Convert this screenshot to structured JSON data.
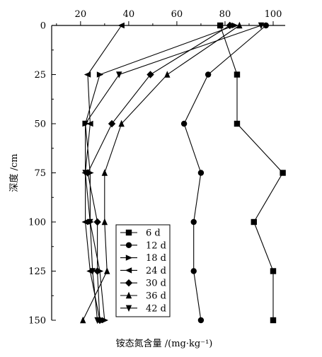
{
  "chart_data": {
    "type": "line",
    "title": "",
    "xlabel": "铵态氮含量 /(mg·kg⁻¹)",
    "ylabel": "深度 /cm",
    "x_axis_position": "top",
    "y_axis_inverted": true,
    "xlim": [
      8,
      105
    ],
    "ylim": [
      0,
      150
    ],
    "x_ticks": [
      20,
      40,
      60,
      80,
      100
    ],
    "y_ticks": [
      0,
      25,
      50,
      75,
      100,
      125,
      150
    ],
    "grid": false,
    "legend_position": "bottom-left",
    "depths": [
      0,
      25,
      50,
      75,
      100,
      125,
      150
    ],
    "series": [
      {
        "name": "6 d",
        "marker": "square",
        "x": [
          78,
          85,
          85,
          104,
          92,
          100,
          100
        ]
      },
      {
        "name": "12 d",
        "marker": "circle",
        "x": [
          97,
          73,
          63,
          70,
          67,
          67,
          70
        ]
      },
      {
        "name": "18 d",
        "marker": "triangle-right",
        "x": [
          84,
          28,
          22,
          24,
          24,
          28,
          30
        ]
      },
      {
        "name": "24 d",
        "marker": "triangle-left",
        "x": [
          37,
          23,
          24,
          22,
          22,
          24,
          28
        ]
      },
      {
        "name": "30 d",
        "marker": "diamond",
        "x": [
          82,
          49,
          33,
          23,
          27,
          27,
          28
        ]
      },
      {
        "name": "36 d",
        "marker": "triangle-up",
        "x": [
          86,
          56,
          37,
          30,
          30,
          31,
          21
        ]
      },
      {
        "name": "42 d",
        "marker": "triangle-down",
        "x": [
          95,
          36,
          22,
          22,
          24,
          25,
          27
        ]
      }
    ]
  }
}
